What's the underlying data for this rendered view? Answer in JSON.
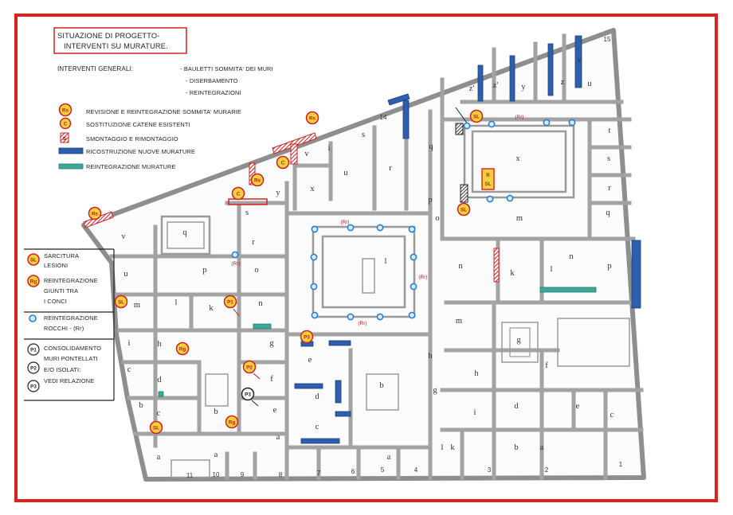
{
  "title": {
    "line1": "SITUAZIONE DI PROGETTO-",
    "line2": "INTERVENTI SU MURATURE."
  },
  "general": {
    "heading": "INTERVENTI GENERALI:",
    "items": [
      "- BAULETTI SOMMITA' DEI MURI",
      "- DISERBAMENTO",
      "- REINTEGRAZIONI"
    ]
  },
  "legend_top": [
    {
      "badge": "Rs",
      "text": "REVISIONE E REINTEGRAZIONE SOMMITA' MURARIE"
    },
    {
      "badge": "C",
      "text": "SOSTITUZIONE CATENE ESISTENTI"
    },
    {
      "badge": "S",
      "text": "SMONTAGGIO E RIMONTAGGIO"
    },
    {
      "text": "RICOSTRUZIONE NUOVE MURATURE"
    },
    {
      "text": "REINTEGRAZIONE MURATURE"
    }
  ],
  "legend_left": [
    {
      "badge": "SL",
      "lines": [
        "SARCITURA",
        "LESIONI"
      ]
    },
    {
      "badge": "Rg",
      "lines": [
        "REINTEGRAZIONE",
        "GIUNTI TRA",
        "I CONCI"
      ]
    },
    {
      "lines": [
        "REINTEGRAZIONE",
        "ROCCHI - (Rr)"
      ]
    },
    {
      "badges": [
        "P1",
        "P2",
        "P3"
      ],
      "lines": [
        "CONSOLIDAMENTO",
        "MURI PONTELLATI",
        "E/O ISOLATI:",
        "VEDI RELAZIONE"
      ]
    }
  ],
  "colors": {
    "frame": "#e0201b",
    "new_masonry": "#2e5fae",
    "reintegration": "#3aa99a",
    "badge_fill": "#f4d03f",
    "badge_stroke": "#d42020",
    "rocchi": "#2a7fd4"
  },
  "plan": {
    "rooms": [
      "v",
      "z'",
      "z'",
      "y",
      "z",
      "u",
      "15",
      "14",
      "v",
      "i",
      "s",
      "q",
      "x",
      "t",
      "s",
      "r",
      "q",
      "u",
      "r",
      "x",
      "y",
      "s",
      "q",
      "r",
      "v",
      "p",
      "o",
      "m",
      "n",
      "k",
      "l",
      "n",
      "p",
      "l",
      "u",
      "p",
      "o",
      "m",
      "l",
      "k",
      "n",
      "m",
      "g",
      "i",
      "h",
      "g",
      "e",
      "h",
      "f",
      "c",
      "d",
      "f",
      "d",
      "b",
      "h",
      "g",
      "b",
      "c",
      "b",
      "e",
      "c",
      "i",
      "d",
      "e",
      "c",
      "a",
      "l",
      "k",
      "b",
      "a",
      "a",
      "a",
      "a",
      "11",
      "10",
      "9",
      "8",
      "7",
      "6",
      "5",
      "4",
      "3",
      "2",
      "1"
    ],
    "badges": [
      "Rs",
      "Rs",
      "C",
      "C",
      "Rs",
      "SL",
      "SL",
      "SL",
      "Rg",
      "Rg",
      "SL",
      "P1",
      "P2",
      "P3",
      "P3"
    ],
    "rocchi": [
      "(Rr)",
      "(Rr)",
      "(Rr)",
      "(Rr)",
      "(Rr)"
    ],
    "rsl_box": {
      "top": "R",
      "bottom": "SL"
    }
  }
}
